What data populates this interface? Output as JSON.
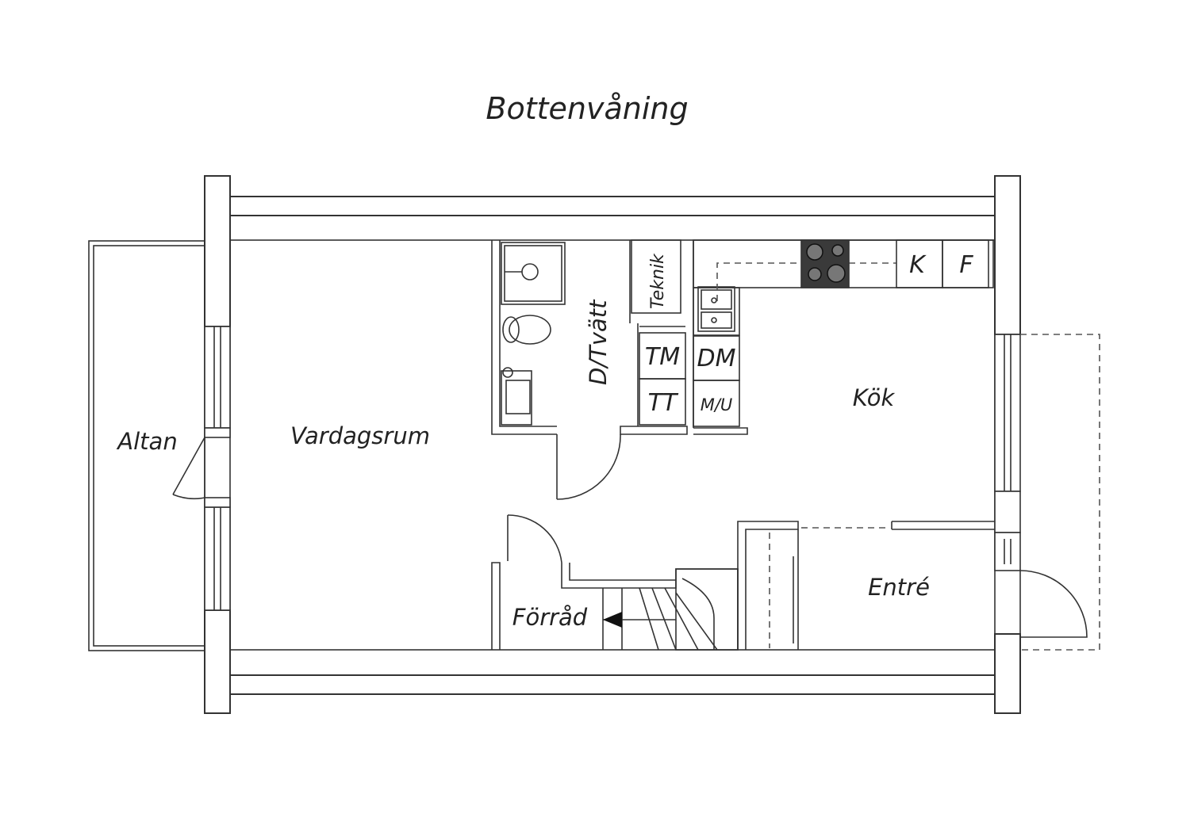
{
  "title": "Bottenvåning",
  "rooms": {
    "altan": "Altan",
    "vardagsrum": "Vardagsrum",
    "dusch_tvatt": "D/Tvätt",
    "kok": "Kök",
    "forrad": "Förråd",
    "entre": "Entré"
  },
  "fixtures": {
    "teknik": "Teknik",
    "tm": "TM",
    "tt": "TT",
    "dm": "DM",
    "mu": "M/U",
    "k": "K",
    "f": "F"
  },
  "colors": {
    "line": "#333333",
    "stove": "#3a3a3a"
  }
}
